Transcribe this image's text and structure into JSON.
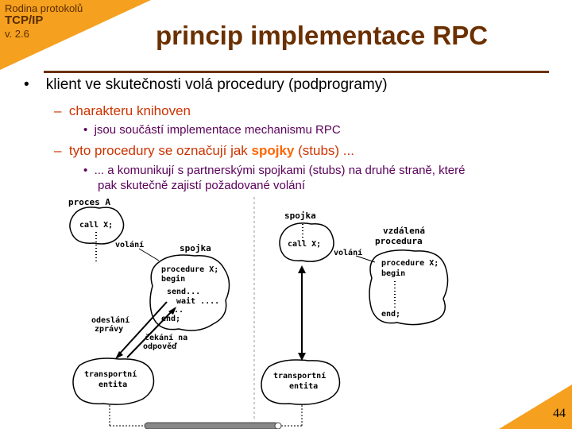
{
  "header": {
    "course_line1": "Rodina protokolů",
    "course_line2": "TCP/IP",
    "version": "v. 2.6",
    "title": "princip implementace RPC"
  },
  "bullets": {
    "main": "klient ve skutečnosti volá procedury (podprogramy)",
    "sub1": "charakteru knihoven",
    "sub1_detail": "jsou součástí implementace mechanismu RPC",
    "sub2_pre": "tyto procedury se označují jak ",
    "sub2_bold": "spojky",
    "sub2_post": " (stubs) ...",
    "sub2_detail_line1": "... a komunikují s partnerskými spojkami (stubs) na druhé straně, které",
    "sub2_detail_line2": "pak skutečně zajistí požadované volání"
  },
  "diagram": {
    "proces_a": "proces A",
    "call_x_left": "call X;",
    "volani_left": "volání",
    "spojka_left": "spojka",
    "proc_left": [
      "procedure X;",
      "begin",
      "send...",
      "wait ....",
      "...",
      "end;"
    ],
    "odeslani": [
      "odeslání",
      "zprávy"
    ],
    "cekani": [
      "čekání na",
      "odpověď"
    ],
    "transport_left": [
      "transportní",
      "entita"
    ],
    "spojka_right": "spojka",
    "call_x_right": "call X;",
    "volani_right": "volání",
    "vzdalena": [
      "vzdálená",
      "procedura"
    ],
    "proc_right": [
      "procedure X;",
      "begin",
      "end;"
    ],
    "transport_right": [
      "transportní",
      "entita"
    ]
  },
  "page_number": "44"
}
